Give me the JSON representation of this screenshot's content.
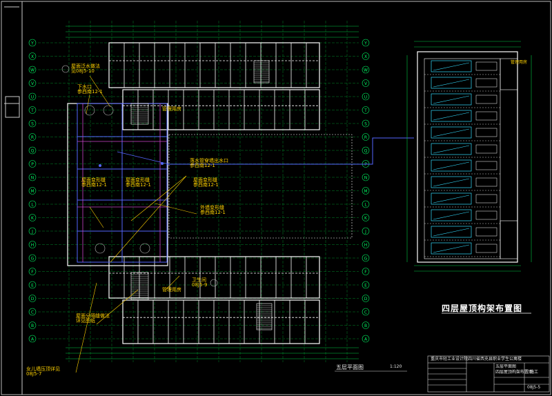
{
  "drawing": {
    "main_plan_title": "五层平面图",
    "main_plan_scale": "1:120",
    "roof_plan_title": "四层屋顶构架布置图",
    "annotations": [
      {
        "id": "a1",
        "text": "屋面泛水做法",
        "sub": "见08J5-10"
      },
      {
        "id": "a2",
        "text": "下水口",
        "sub": "参西南12-1"
      },
      {
        "id": "a3",
        "text": "落水管穿墙出水口",
        "sub": "参西南12-1"
      },
      {
        "id": "a4",
        "text": "屋面变形缝",
        "sub": "参西南12-1"
      },
      {
        "id": "a5",
        "text": "外墙变形缝",
        "sub": "参西南12-1"
      },
      {
        "id": "a6",
        "text": "屋面分隔缝做法",
        "sub": "详见图纸"
      },
      {
        "id": "a7",
        "text": "女儿墙压顶详见",
        "sub": "08J5-7"
      },
      {
        "id": "a8",
        "text": "管理用房",
        "sub": ""
      },
      {
        "id": "a9",
        "text": "卫生间",
        "sub": "08J5-9"
      }
    ],
    "axis_rows": [
      "Y",
      "X",
      "W",
      "V",
      "U",
      "T",
      "S",
      "R",
      "Q",
      "P",
      "N",
      "M",
      "L",
      "K",
      "J",
      "H",
      "G",
      "F",
      "E",
      "D",
      "C",
      "B",
      "A"
    ],
    "title_block": {
      "company": "重庆市轻工业设计院",
      "project": "四川省西充县职业学生公寓楼",
      "drawing_name_1": "五层平面图",
      "drawing_name_2": "四层屋顶构架布置图",
      "stage": "施工",
      "drawing_no": "08J5-5"
    },
    "colors": {
      "wall": "#ffffff",
      "grid": "#00ff66",
      "dim": "#00cc44",
      "blue": "#5566ff",
      "magenta": "#cc44cc",
      "yellow": "#ffd200",
      "cyan": "#33ddff",
      "red": "#ff3333"
    }
  }
}
